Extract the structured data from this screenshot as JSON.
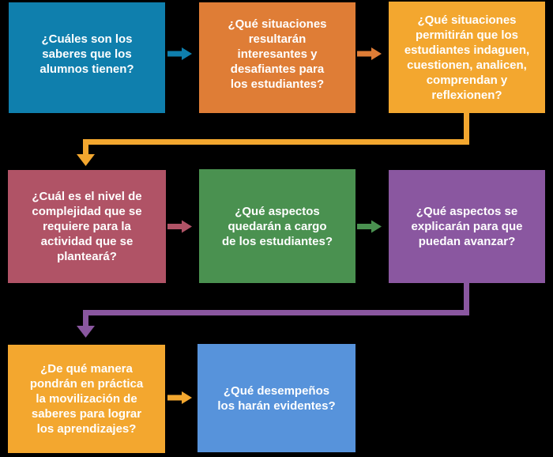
{
  "colors": {
    "background": "#000000",
    "text": "#FFFFFF",
    "teal": "#0F7FAD",
    "orange": "#DF7D36",
    "amber": "#F3A72F",
    "maroon": "#B05366",
    "green": "#4A9150",
    "purple": "#8A57A0",
    "blue": "#5793DB"
  },
  "flowchart": {
    "boxes": [
      {
        "id": "saberes-previos",
        "color": "#0F7FAD",
        "lines": [
          "¿Cuáles son los",
          "saberes que los",
          "alumnos tienen?"
        ]
      },
      {
        "id": "situaciones-interesantes",
        "color": "#DF7D36",
        "lines": [
          "¿Qué situaciones",
          "resultarán",
          "interesantes y",
          "desafiantes para",
          "los estudiantes?"
        ]
      },
      {
        "id": "situaciones-indagacion",
        "color": "#F3A72F",
        "lines": [
          "¿Qué situaciones",
          "permitirán que los",
          "estudiantes indaguen,",
          "cuestionen, analicen,",
          "comprendan y",
          "reflexionen?"
        ]
      },
      {
        "id": "nivel-complejidad",
        "color": "#B05366",
        "lines": [
          "¿Cuál es el nivel de",
          "complejidad que se",
          "requiere para la",
          "actividad que se",
          "planteará?"
        ]
      },
      {
        "id": "aspectos-a-cargo",
        "color": "#4A9150",
        "lines": [
          "¿Qué aspectos",
          "quedarán a cargo",
          "de los estudiantes?"
        ]
      },
      {
        "id": "aspectos-explicados",
        "color": "#8A57A0",
        "lines": [
          "¿Qué aspectos se",
          "explicarán para que",
          "puedan avanzar?"
        ]
      },
      {
        "id": "movilizacion-saberes",
        "color": "#F3A72F",
        "lines": [
          "¿De qué manera",
          "pondrán en práctica",
          "la movilización de",
          "saberes para lograr",
          "los aprendizajes?"
        ]
      },
      {
        "id": "desempenos-evidentes",
        "color": "#5793DB",
        "lines": [
          "¿Qué desempeños",
          "los harán evidentes?"
        ]
      }
    ],
    "arrows": [
      {
        "name": "saberes-to-situaciones",
        "direction": "right",
        "color": "#0F7FAD"
      },
      {
        "name": "situaciones-to-indagacion",
        "direction": "right",
        "color": "#DF7D36"
      },
      {
        "name": "indagacion-to-complejidad",
        "direction": "elbow-down-left",
        "color": "#F3A72F"
      },
      {
        "name": "complejidad-to-aspectos",
        "direction": "right",
        "color": "#B05366"
      },
      {
        "name": "aspectos-to-explicados",
        "direction": "right",
        "color": "#4A9150"
      },
      {
        "name": "explicados-to-movilizacion",
        "direction": "elbow-down-left",
        "color": "#8A57A0"
      },
      {
        "name": "movilizacion-to-desempenos",
        "direction": "right",
        "color": "#F3A72F"
      }
    ]
  }
}
